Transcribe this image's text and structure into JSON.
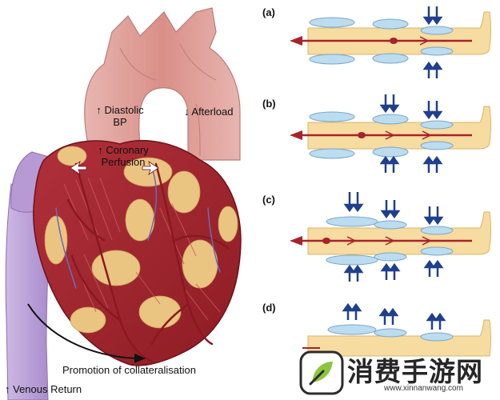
{
  "heart_labels": {
    "diastolic": "↑ Diastolic\nBP",
    "diastolic_line1": "↑ Diastolic",
    "diastolic_line2": "BP",
    "afterload": "↓ Afterload",
    "coronary_line1": "↑ Coronary",
    "coronary_line2": "Perfusion",
    "collateral": "Promotion of collateralisation",
    "venous": "↑ Venous Return"
  },
  "panels": [
    {
      "label": "(a)"
    },
    {
      "label": "(b)"
    },
    {
      "label": "(c)"
    },
    {
      "label": "(d)"
    }
  ],
  "watermark": {
    "title": "消费手游网",
    "url": "www.xinnanwang.com"
  },
  "colors": {
    "artery_red": "#a8222b",
    "leg_yellow": "#f6dca0",
    "cuff_blue": "#bcdcf0",
    "arrow_navy": "#1f3f8e",
    "vein_purple": "#b9a2d6"
  }
}
